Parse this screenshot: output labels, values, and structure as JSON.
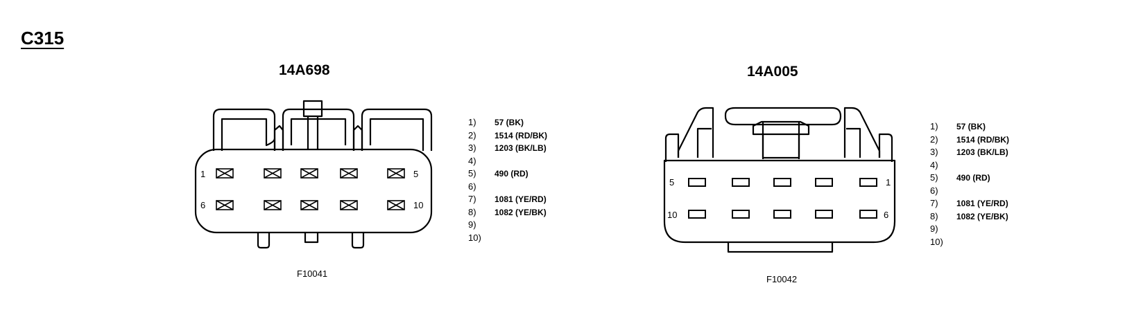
{
  "title": "C315",
  "connectors": [
    {
      "name": "14A698",
      "figure": "F10041",
      "pin_labels": {
        "p1": "1",
        "p5": "5",
        "p6": "6",
        "p10": "10"
      },
      "pins": [
        {
          "num": "1)",
          "wire": "57 (BK)"
        },
        {
          "num": "2)",
          "wire": "1514 (RD/BK)"
        },
        {
          "num": "3)",
          "wire": "1203 (BK/LB)"
        },
        {
          "num": "4)",
          "wire": ""
        },
        {
          "num": "5)",
          "wire": "490 (RD)"
        },
        {
          "num": "6)",
          "wire": ""
        },
        {
          "num": "7)",
          "wire": "1081 (YE/RD)"
        },
        {
          "num": "8)",
          "wire": "1082 (YE/BK)"
        },
        {
          "num": "9)",
          "wire": ""
        },
        {
          "num": "10)",
          "wire": ""
        }
      ]
    },
    {
      "name": "14A005",
      "figure": "F10042",
      "pin_labels": {
        "p5": "5",
        "p1": "1",
        "p10": "10",
        "p6": "6"
      },
      "pins": [
        {
          "num": "1)",
          "wire": "57 (BK)"
        },
        {
          "num": "2)",
          "wire": "1514 (RD/BK)"
        },
        {
          "num": "3)",
          "wire": "1203 (BK/LB)"
        },
        {
          "num": "4)",
          "wire": ""
        },
        {
          "num": "5)",
          "wire": "490 (RD)"
        },
        {
          "num": "6)",
          "wire": ""
        },
        {
          "num": "7)",
          "wire": "1081 (YE/RD)"
        },
        {
          "num": "8)",
          "wire": "1082 (YE/BK)"
        },
        {
          "num": "9)",
          "wire": ""
        },
        {
          "num": "10)",
          "wire": ""
        }
      ]
    }
  ]
}
